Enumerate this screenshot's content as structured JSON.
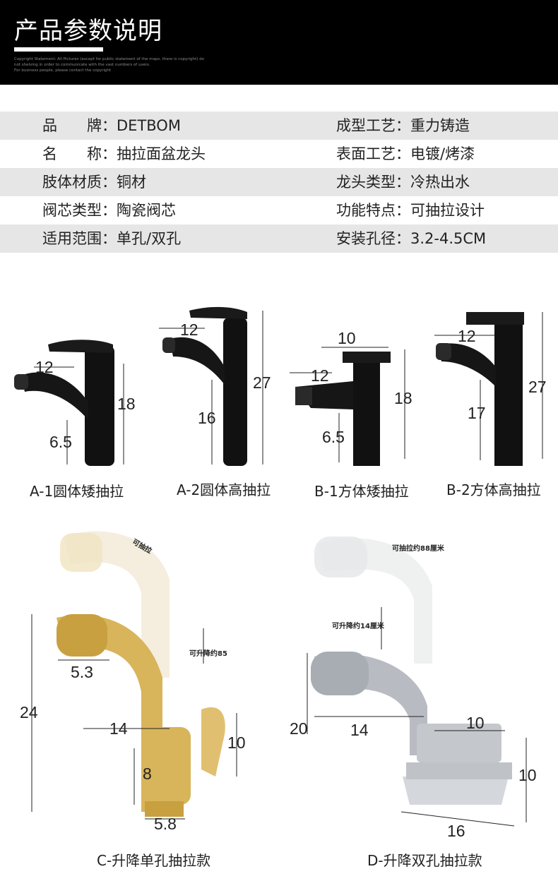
{
  "header": {
    "title": "产品参数说明",
    "fine_print": [
      "Copyright Statement: All Pictures (except for public statement of the maps, there is copyright) do",
      "not shelving in order to communicate with the vast numbers of users.",
      "For business people, please contact the copyright"
    ]
  },
  "spec_rows": [
    {
      "left": "品　　牌：DETBOM",
      "right": "成型工艺：重力铸造"
    },
    {
      "left": "名　　称：抽拉面盆龙头",
      "right": "表面工艺：电镀/烤漆"
    },
    {
      "left": "肢体材质：铜材",
      "right": "龙头类型：冷热出水"
    },
    {
      "left": "阀芯类型：陶瓷阀芯",
      "right": "功能特点：可抽拉设计"
    },
    {
      "left": "适用范围：单孔/双孔",
      "right": "安装孔径：3.2-4.5CM"
    }
  ],
  "products": [
    {
      "caption": "A-1圆体矮抽拉",
      "dims": {
        "spout": "12",
        "height": "18",
        "base": "6.5"
      },
      "color": "#111111"
    },
    {
      "caption": "A-2圆体高抽拉",
      "dims": {
        "spout": "12",
        "height": "27",
        "base": "16"
      },
      "color": "#111111"
    },
    {
      "caption": "B-1方体矮抽拉",
      "dims": {
        "top": "10",
        "spout": "12",
        "height": "18",
        "base": "6.5"
      },
      "color": "#111111"
    },
    {
      "caption": "B-2方体高抽拉",
      "dims": {
        "spout": "12",
        "height": "27",
        "base": "17"
      },
      "color": "#111111"
    },
    {
      "caption": "C-升降单孔抽拉款",
      "dims": {
        "nozzle": "5.3",
        "height": "24",
        "reach": "14",
        "handle": "10",
        "base_h": "8",
        "base_w": "5.8"
      },
      "notes": {
        "lift": "可升降约85",
        "pull": "可抽拉"
      },
      "color": "#d8b45a"
    },
    {
      "caption": "D-升降双孔抽拉款",
      "dims": {
        "height": "20",
        "reach": "14",
        "top": "10",
        "handle": "10",
        "base_w": "16"
      },
      "notes": {
        "pull": "可抽拉约88厘米",
        "lift": "可升降约14厘米"
      },
      "color": "#b8bcc2"
    }
  ]
}
